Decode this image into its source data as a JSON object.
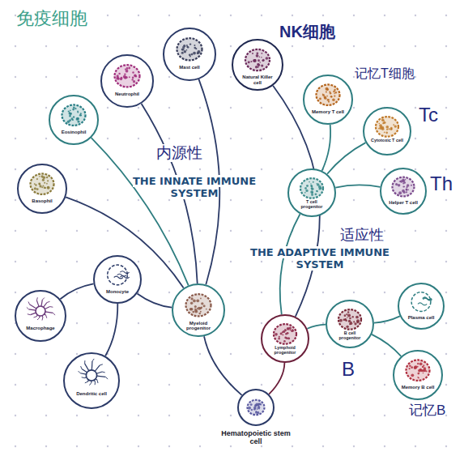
{
  "diagram": {
    "nodes": [
      {
        "text": [
          "Mast cell"
        ]
      },
      {
        "text": [
          "Natural Killer cell"
        ]
      },
      {
        "text": [
          "Neutrophil"
        ]
      },
      {
        "text": [
          "Memory T cell"
        ]
      },
      {
        "text": [
          "Eosinophil"
        ]
      },
      {
        "text": [
          "Cytotoxic T cell"
        ]
      },
      {
        "text": [
          "T cell progenitor"
        ]
      },
      {
        "text": [
          "Helper T cell"
        ]
      },
      {
        "text": [
          "Basophil"
        ]
      },
      {
        "text": [
          "Monocyte"
        ]
      },
      {
        "text": [
          "Plasma cell"
        ]
      },
      {
        "text": [
          "Myeloid progenitor"
        ]
      },
      {
        "text": [
          "Macrophage"
        ]
      },
      {
        "text": [
          "B cell progenitor"
        ]
      },
      {
        "text": [
          "Lymphoid progenitor"
        ]
      },
      {
        "text": [
          "Memory B cell"
        ]
      },
      {
        "text": [
          "Dendritic cell"
        ]
      },
      {
        "text": [
          "Hematopoietic stem cell"
        ]
      }
    ],
    "edges": [
      {
        "from": 17,
        "to": 11,
        "arrow": "none"
      },
      {
        "from": 17,
        "to": 14,
        "arrow": "none"
      },
      {
        "from": 11,
        "to": 0,
        "arrow": "none"
      },
      {
        "from": 11,
        "to": 2,
        "arrow": "none"
      },
      {
        "from": 11,
        "to": 4,
        "arrow": "none"
      },
      {
        "from": 11,
        "to": 8,
        "arrow": "none"
      },
      {
        "from": 11,
        "to": 9,
        "arrow": "none"
      },
      {
        "from": 14,
        "to": 1,
        "arrow": "none"
      },
      {
        "from": 9,
        "to": 12,
        "arrow": "none"
      },
      {
        "from": 9,
        "to": 16,
        "arrow": "none"
      },
      {
        "from": 14,
        "to": 6,
        "arrow": "none"
      },
      {
        "from": 14,
        "to": 13,
        "arrow": "none"
      },
      {
        "from": 6,
        "to": 3,
        "arrow": "none"
      },
      {
        "from": 6,
        "to": 5,
        "arrow": "none"
      },
      {
        "from": 6,
        "to": 7,
        "arrow": "none"
      },
      {
        "from": 13,
        "to": 10,
        "arrow": "none"
      },
      {
        "from": 13,
        "to": 15,
        "arrow": "none"
      }
    ],
    "labels": [
      "免疫细胞",
      "NK细胞",
      "记忆T细胞",
      "Tc",
      "内源性",
      "THE INNATE IMMUNE SYSTEM",
      "Th",
      "适应性",
      "THE ADAPTIVE IMMUNE SYSTEM",
      "B",
      "记忆B"
    ]
  }
}
